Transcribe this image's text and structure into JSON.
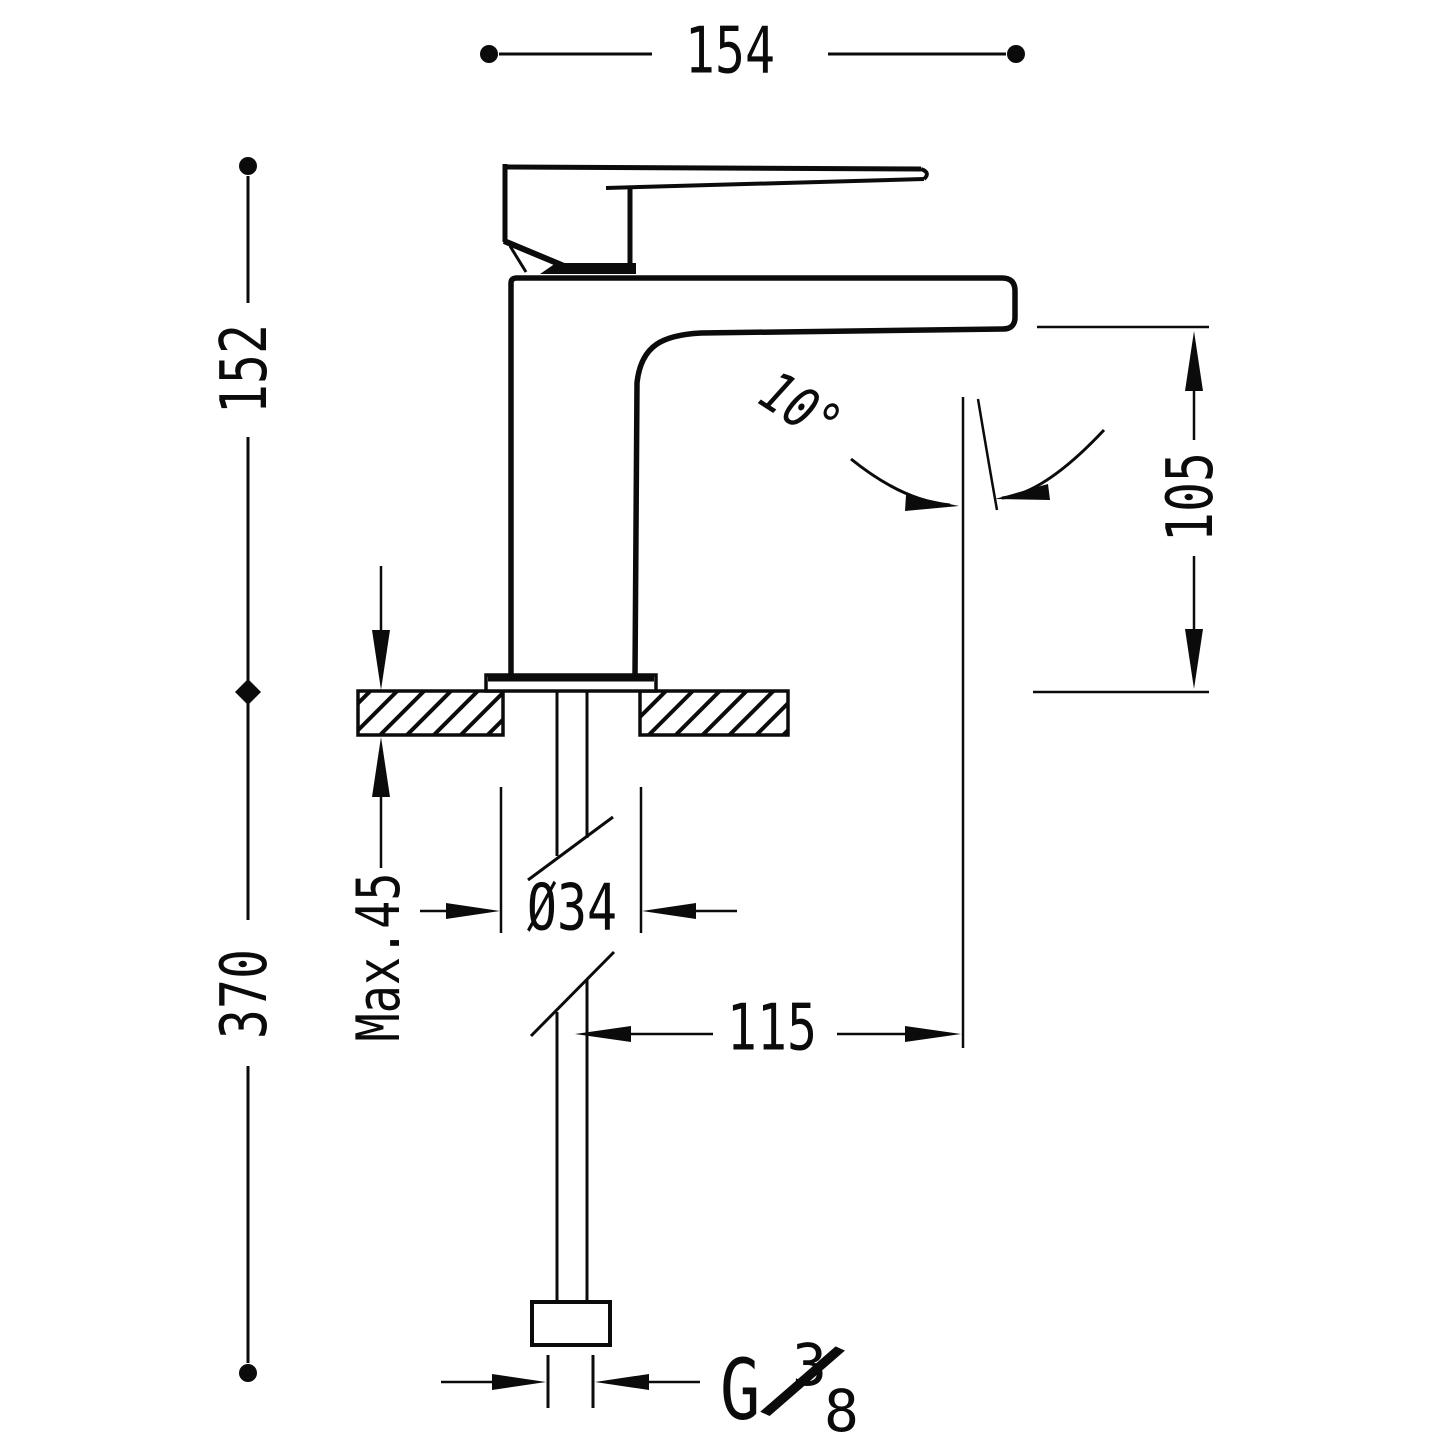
{
  "page": {
    "background": "#ffffff",
    "ink": "#0b0b0b"
  },
  "drawing": {
    "type": "single-lever-basin-mixer-installation-drawing",
    "labels": {
      "total_width": "154",
      "height_above_deck": "152",
      "length_below_deck": "370",
      "outlet_height": "105",
      "stream_angle": "10°",
      "max_deck_thickness": "Max.45",
      "hole_diameter": "Ø34",
      "outlet_reach": "115",
      "thread": {
        "prefix": "G",
        "numerator": "3",
        "denominator": "8"
      }
    }
  }
}
